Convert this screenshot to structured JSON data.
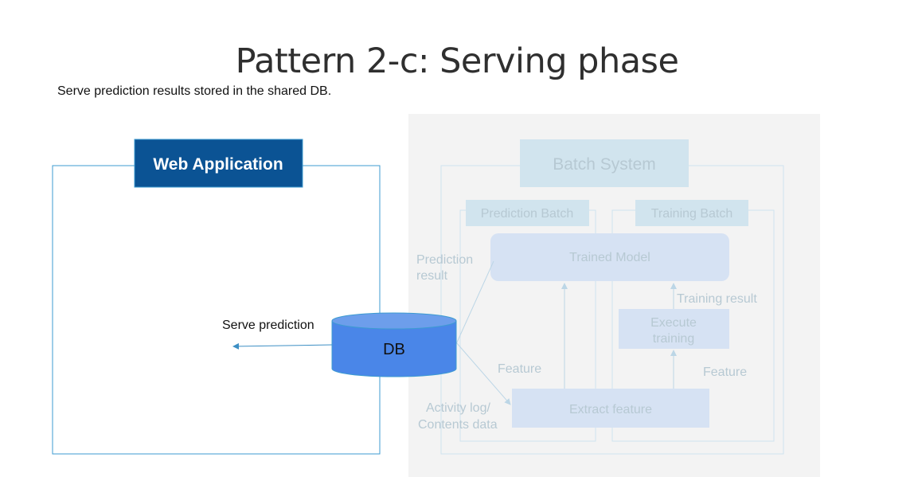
{
  "title": "Pattern 2-c: Serving phase",
  "subtitle": "Serve prediction results stored in the shared DB.",
  "web_app": {
    "label": "Web Application"
  },
  "serve_label": "Serve prediction",
  "db_label": "DB",
  "batch": {
    "title": "Batch System",
    "prediction_batch": "Prediction Batch",
    "training_batch": "Training Batch",
    "trained_model": "Trained Model",
    "training_result": "Training result",
    "execute_training_line1": "Execute",
    "execute_training_line2": "training",
    "feature_left": "Feature",
    "feature_right": "Feature",
    "extract_feature": "Extract feature",
    "prediction_result_line1": "Prediction",
    "prediction_result_line2": "result",
    "activity_line1": "Activity log/",
    "activity_line2": "Contents data"
  },
  "colors": {
    "web_app_header": "#0b5394",
    "web_app_border": "#3d9bd1",
    "db_fill": "#4a86e8",
    "db_top": "#6d9eeb",
    "batch_bg": "#f3f3f3",
    "faded_box": "#d1e4ee",
    "faded_text": "#b7c9d3"
  }
}
